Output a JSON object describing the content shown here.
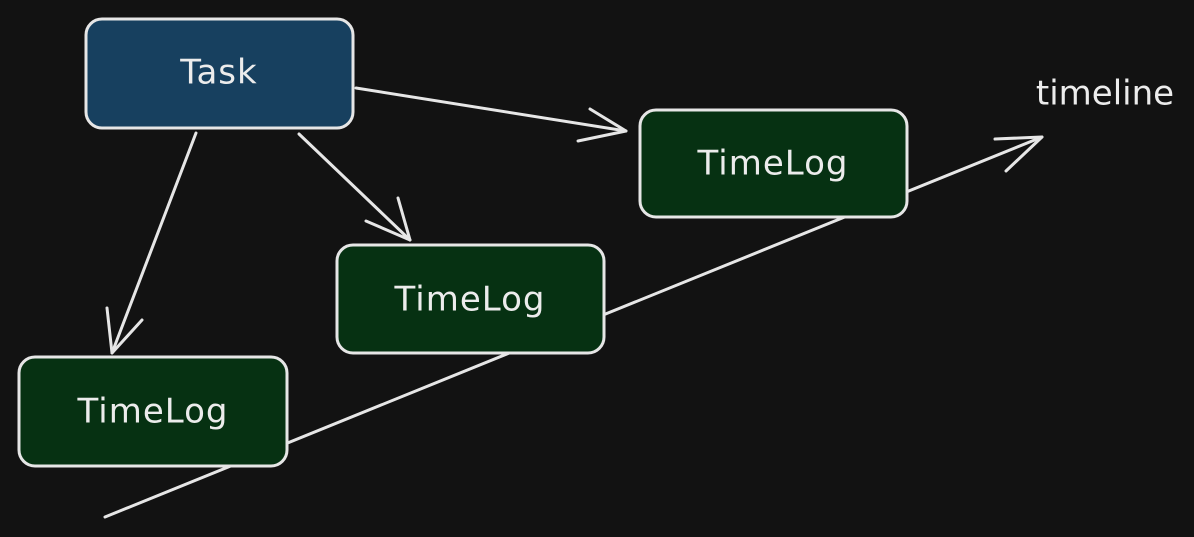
{
  "diagram": {
    "background": "#121212",
    "stroke_color": "#e6e6e6",
    "task": {
      "label": "Task",
      "fill": "#17405f"
    },
    "timelog_fill": "#063112",
    "timelogs": [
      {
        "label": "TimeLog"
      },
      {
        "label": "TimeLog"
      },
      {
        "label": "TimeLog"
      }
    ],
    "timeline_label": "timeline"
  }
}
